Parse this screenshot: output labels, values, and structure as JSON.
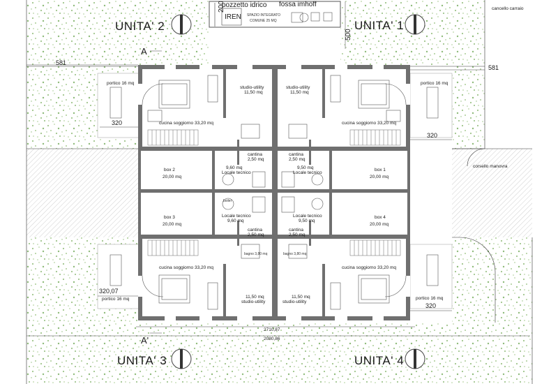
{
  "units": {
    "u1": "UNITA' 1",
    "u2": "UNITA' 2",
    "u3": "UNITA' 3",
    "u4": "UNITA' 4"
  },
  "section_marks": {
    "top": "A",
    "bottom": "A'"
  },
  "top_labels": {
    "pozzetto": "pozzetto idrico",
    "fossa": "fossa imhoff",
    "iren": "IREN",
    "dim_200": "200",
    "spazio_1": "SPAZIO INTEGRATO",
    "spazio_2": "COMUNE 25 MQ",
    "dim_500": "500",
    "cancello": "cancello carraio",
    "corsello": "corsello manovra"
  },
  "dimensions": {
    "d581_left": "581",
    "d581_right": "581",
    "d320_ul": "320",
    "d320_ur": "320",
    "d320_07": "320,07",
    "d320_lr": "320",
    "total_1": "2710,87",
    "total_2": "2080,86"
  },
  "rooms": {
    "portico_ul": "portico 16 mq",
    "portico_ur": "portico 16 mq",
    "portico_ll": "portico 16 mq",
    "portico_lr": "portico 16 mq",
    "cucina_ul": "cucina soggiorno 33,20 mq",
    "cucina_ur": "cucina soggiorno 33,20 mq",
    "cucina_ll": "cucina soggiorno 33,20 mq",
    "cucina_lr": "cucina soggiorno 33,20 mq",
    "studio": "studio-utility",
    "studio_area": "11,50 mq",
    "cantina": "cantina",
    "cantina_area": "2,50 mq",
    "box1": "box 1",
    "box2": "box  2",
    "box3": "box 3",
    "box4": "box 4",
    "box_area": "20,00 mq",
    "locale": "Locale tecnico",
    "locale_area": "9,50 mq",
    "locale_area_l": "9,60 mq",
    "bagno": "bagno 3,80 mq",
    "boiler": "boiler"
  }
}
